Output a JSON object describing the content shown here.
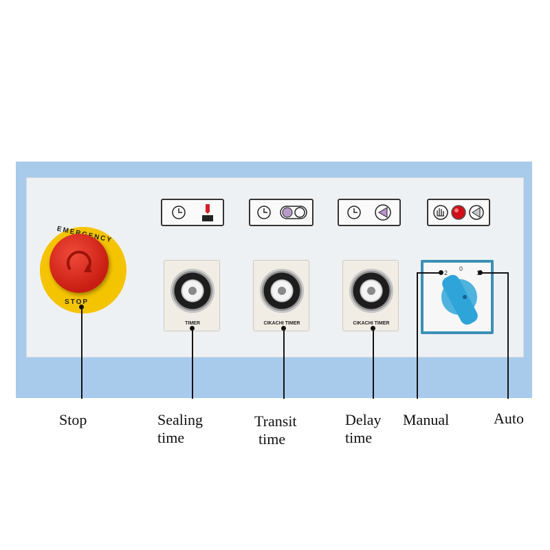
{
  "panel": {
    "emergency_stop": {
      "ring_text_top": "EMERGENCY",
      "ring_text_bottom": "STOP"
    },
    "indicators": [
      {
        "icons": [
          "clock-icon",
          "sealing-jaw-icon"
        ]
      },
      {
        "icons": [
          "clock-icon",
          "conveyor-roller-icon"
        ]
      },
      {
        "icons": [
          "clock-icon",
          "triangle-left-icon"
        ]
      },
      {
        "icons": [
          "hand-icon",
          "red-lamp-icon",
          "triangle-left-icon"
        ]
      }
    ],
    "timers": [
      {
        "label": "TIMER"
      },
      {
        "label": "CIKACHI TIMER"
      },
      {
        "label": "CIKACHI TIMER"
      }
    ],
    "selector": {
      "positions": [
        "2",
        "0",
        "1"
      ]
    }
  },
  "callouts": [
    {
      "line1": "Stop",
      "line2": ""
    },
    {
      "line1": "Sealing",
      "line2": "time"
    },
    {
      "line1": "Transit",
      "line2": "time"
    },
    {
      "line1": "Delay",
      "line2": "time"
    },
    {
      "line1": "Manual",
      "line2": ""
    },
    {
      "line1": "Auto",
      "line2": ""
    }
  ],
  "colors": {
    "frame": "#a9cbeb",
    "panel": "#eef1f4",
    "estop_red": "#d12a1d",
    "estop_yellow": "#f5c400",
    "selector_blue": "#2fa4d8",
    "lamp_red": "#d10d1a",
    "roller_purple": "#b69ac8",
    "triangle_purple": "#b992c9"
  }
}
